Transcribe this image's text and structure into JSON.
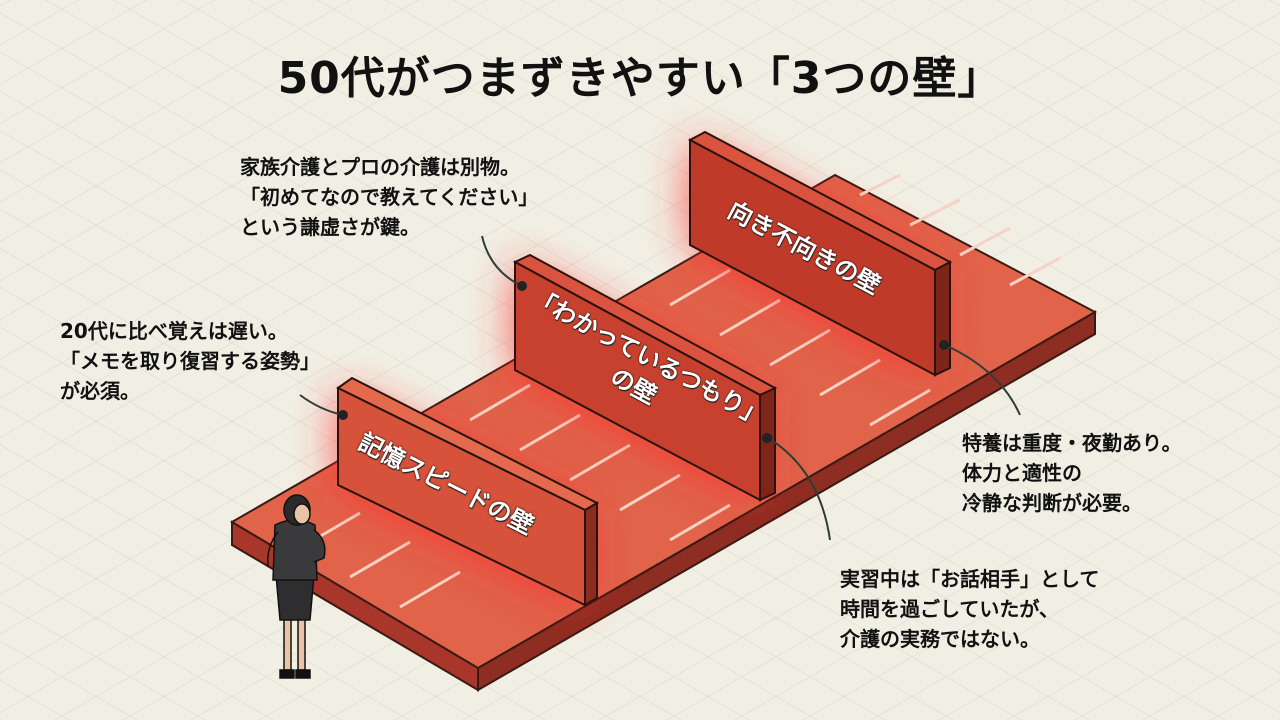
{
  "title": "50代がつまずきやすい「3つの壁」",
  "walls": [
    {
      "label": "記憶スピードの壁"
    },
    {
      "label": "「わかっているつもり」\nの壁"
    },
    {
      "label": "向き不向きの壁"
    }
  ],
  "notes": {
    "memory": "20代に比べ覚えは遅い。\n「メモを取り復習する姿勢」\nが必須。",
    "family_care": "家族介護とプロの介護は別物。\n「初めてなので教えてください」\nという謙虚さが鍵。",
    "aptitude": "特養は重度・夜勤あり。\n体力と適性の\n冷静な判断が必要。",
    "practicum": "実習中は「お話相手」として\n時間を過ごしていたが、\n介護の実務ではない。"
  },
  "colors": {
    "wall": "#c8412f",
    "floor": "#e0634a",
    "glow": "#ff2a2a",
    "background": "#f1efe4"
  }
}
